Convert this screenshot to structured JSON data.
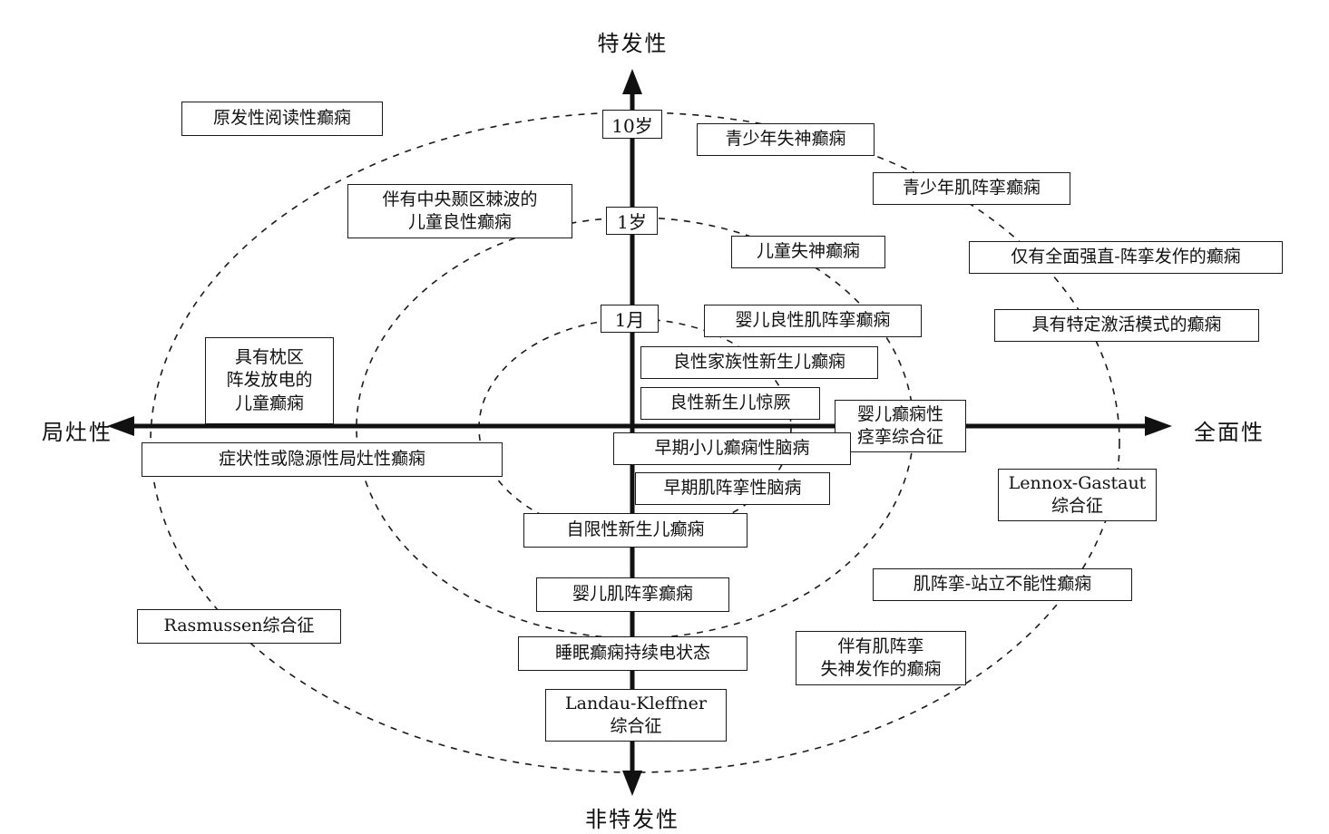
{
  "figure": {
    "description_axes": {
      "top": "特发性",
      "bottom": "非特发性",
      "left": "局灶性",
      "right": "全面性"
    }
  },
  "axes": {
    "top": "特发性",
    "bottom": "非特发性",
    "left": "局灶性",
    "right": "全面性"
  },
  "age_markers": [
    {
      "label": "10岁"
    },
    {
      "label": "1岁"
    },
    {
      "label": "1月"
    }
  ],
  "nodes": [
    {
      "id": "primary-reading-epilepsy",
      "label": "原发性阅读性癫痫"
    },
    {
      "id": "juvenile-absence-epilepsy",
      "label": "青少年失神癫痫"
    },
    {
      "id": "juvenile-myoclonic-epilepsy",
      "label": "青少年肌阵挛癫痫"
    },
    {
      "id": "benign-childhood-epilepsy-centrotemporal-spikes",
      "label": "伴有中央颞区棘波的\n儿童良性癫痫"
    },
    {
      "id": "childhood-absence-epilepsy",
      "label": "儿童失神癫痫"
    },
    {
      "id": "epilepsy-with-gtc-seizures-only",
      "label": "仅有全面强直-阵挛发作的癫痫"
    },
    {
      "id": "benign-infantile-myoclonic-epilepsy",
      "label": "婴儿良性肌阵挛癫痫"
    },
    {
      "id": "epilepsy-with-specific-activation-modes",
      "label": "具有特定激活模式的癫痫"
    },
    {
      "id": "benign-familial-neonatal-epilepsy",
      "label": "良性家族性新生儿癫痫"
    },
    {
      "id": "childhood-epilepsy-occipital-paroxysms",
      "label": "具有枕区\n阵发放电的\n儿童癫痫"
    },
    {
      "id": "benign-neonatal-convulsions",
      "label": "良性新生儿惊厥"
    },
    {
      "id": "infantile-epileptic-spasms-syndrome",
      "label": "婴儿癫痫性\n痉挛综合征"
    },
    {
      "id": "symptomatic-or-cryptogenic-focal-epilepsy",
      "label": "症状性或隐源性局灶性癫痫"
    },
    {
      "id": "early-infantile-epileptic-encephalopathy",
      "label": "早期小儿癫痫性脑病"
    },
    {
      "id": "early-myoclonic-encephalopathy",
      "label": "早期肌阵挛性脑病"
    },
    {
      "id": "lennox-gastaut-syndrome",
      "label": "Lennox-Gastaut\n综合征"
    },
    {
      "id": "self-limited-neonatal-epilepsy",
      "label": "自限性新生儿癫痫"
    },
    {
      "id": "infantile-myoclonic-epilepsy",
      "label": "婴儿肌阵挛癫痫"
    },
    {
      "id": "myoclonic-astatic-epilepsy",
      "label": "肌阵挛-站立不能性癫痫"
    },
    {
      "id": "rasmussen-syndrome",
      "label": "Rasmussen综合征"
    },
    {
      "id": "electrical-status-epilepticus-in-sleep",
      "label": "睡眠癫痫持续电状态"
    },
    {
      "id": "epilepsy-with-myoclonic-absences",
      "label": "伴有肌阵挛\n失神发作的癫痫"
    },
    {
      "id": "landau-kleffner-syndrome",
      "label": "Landau-Kleffner\n综合征"
    }
  ]
}
